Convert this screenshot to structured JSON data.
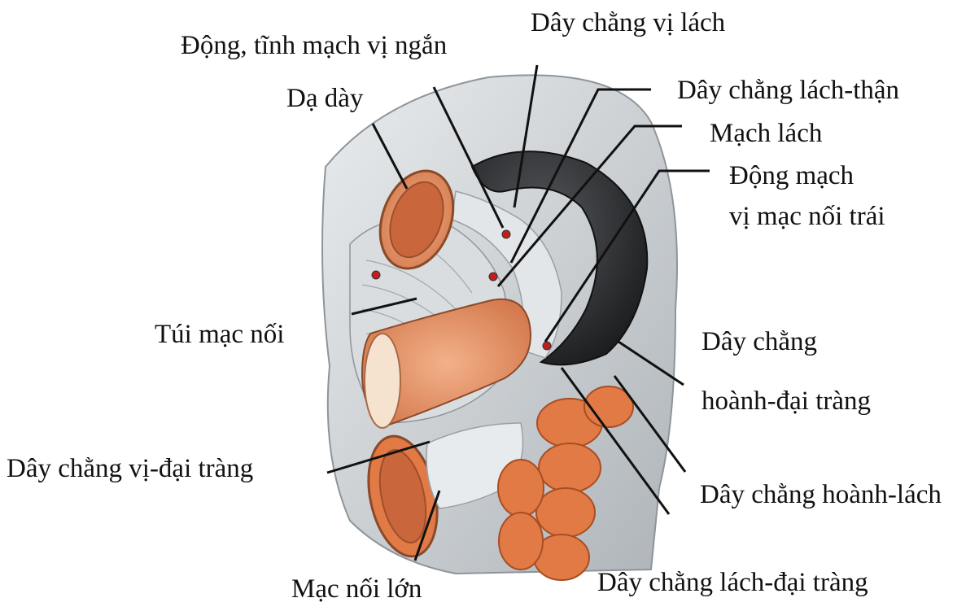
{
  "labels": {
    "dong_tinh_mach_vi_ngan": "Động, tĩnh mạch vị ngắn",
    "day_chang_vi_lach": "Dây chằng vị lách",
    "da_day": "Dạ dày",
    "day_chang_lach_than": "Dây chằng lách-thận",
    "mach_lach": "Mạch lách",
    "dong_mach_line1": "Động mạch",
    "dong_mach_line2": "vị mạc nối trái",
    "tui_mac_noi": "Túi mạc nối",
    "day_chang_hoanh_line1": "Dây chằng",
    "day_chang_hoanh_line2": "hoành-đại tràng",
    "day_chang_vi_dai_trang": "Dây chằng vị-đại tràng",
    "day_chang_hoanh_lach": "Dây chằng hoành-lách",
    "day_chang_lach_dai_trang": "Dây chằng lách-đại tràng",
    "mac_noi_lon": "Mạc nối lớn"
  },
  "colors": {
    "peritoneum": "#cfd3d6",
    "peritoneum_dark": "#9aa0a5",
    "spleen": "#2a2c2e",
    "stomach_wall": "#e8875a",
    "stomach_inner": "#c9663b",
    "colon": "#e27a45",
    "vessel_red": "#c41d1d",
    "leader_line": "#111111"
  }
}
